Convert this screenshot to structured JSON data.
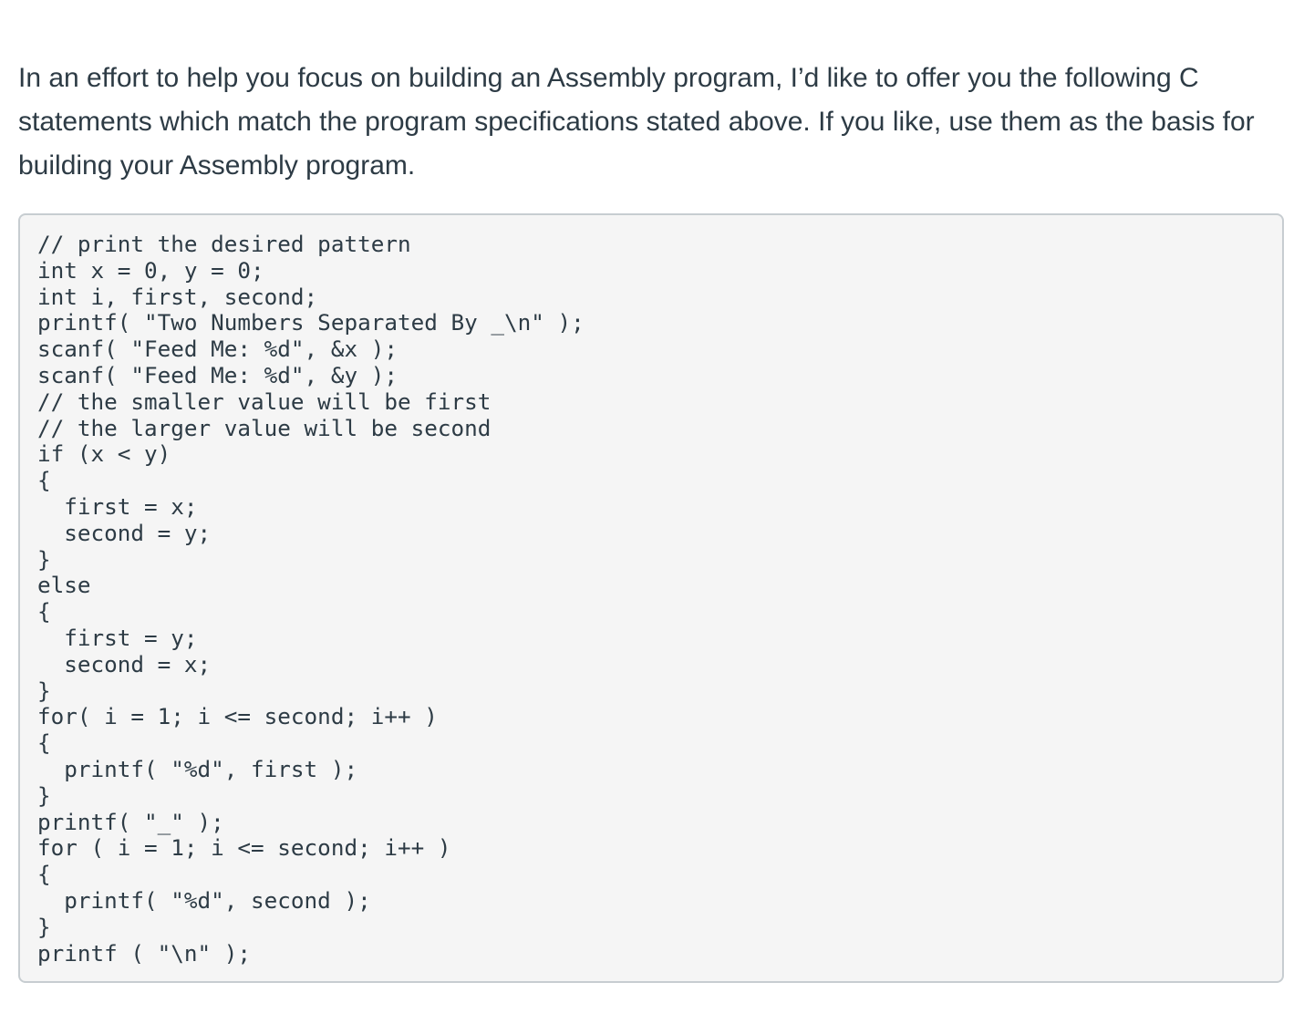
{
  "intro": {
    "text": "In an effort to help you focus on building an Assembly program, I’d like to offer you the following C statements which match the program specifications stated above. If you like, use them as the basis for building your Assembly program."
  },
  "code": {
    "lines": [
      "// print the desired pattern",
      "int x = 0, y = 0;",
      "int i, first, second;",
      "printf( \"Two Numbers Separated By _\\n\" );",
      "scanf( \"Feed Me: %d\", &x );",
      "scanf( \"Feed Me: %d\", &y );",
      "// the smaller value will be first",
      "// the larger value will be second",
      "if (x < y)",
      "{",
      "  first = x;",
      "  second = y;",
      "}",
      "else",
      "{",
      "  first = y;",
      "  second = x;",
      "}",
      "for( i = 1; i <= second; i++ )",
      "{",
      "  printf( \"%d\", first );",
      "}",
      "printf( \"_\" );",
      "for ( i = 1; i <= second; i++ )",
      "{",
      "  printf( \"%d\", second );",
      "}",
      "printf ( \"\\n\" );"
    ]
  }
}
